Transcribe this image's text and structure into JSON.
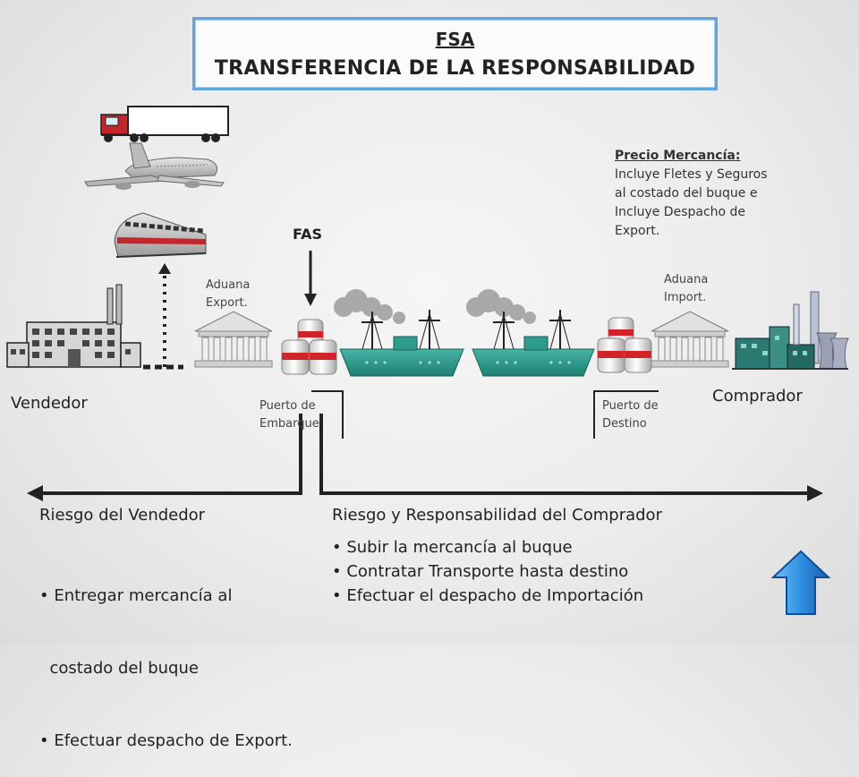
{
  "title": {
    "line1": "FSA",
    "line2": "TRANSFERENCIA DE LA RESPONSABILIDAD"
  },
  "price_note": {
    "heading": "Precio Mercancía:",
    "lines": [
      "Incluye Fletes y  Seguros",
      "al costado del buque e",
      "Incluye Despacho de",
      "Export."
    ]
  },
  "labels": {
    "fas": "FAS",
    "aduana_export": [
      "Aduana",
      "Export."
    ],
    "aduana_import": [
      "Aduana",
      "Import."
    ],
    "vendedor": "Vendedor",
    "comprador": "Comprador",
    "puerto_embarque": [
      "Puerto de",
      "Embarque"
    ],
    "puerto_destino": [
      "Puerto de",
      "Destino"
    ]
  },
  "seller_risk": {
    "heading": "Riesgo del Vendedor",
    "items": [
      "• Entregar mercancía al",
      "  costado del buque",
      "• Efectuar despacho de Export."
    ]
  },
  "buyer_risk": {
    "heading": "Riesgo y Responsabilidad del Comprador",
    "items": [
      "• Subir la mercancía al buque",
      "• Contratar Transporte hasta destino",
      "• Efectuar el despacho de Importación"
    ]
  },
  "colors": {
    "title_border": "#5fa6de",
    "ship_hull": "#2e9c8c",
    "accent_red": "#d2232a",
    "nav_arrow": "#2f8fe0"
  },
  "icons": [
    "truck-icon",
    "airplane-icon",
    "train-icon",
    "factory-icon",
    "customs-building-icon",
    "cargo-drums-icon",
    "ship-icon",
    "industrial-plant-icon",
    "up-arrow-icon"
  ]
}
